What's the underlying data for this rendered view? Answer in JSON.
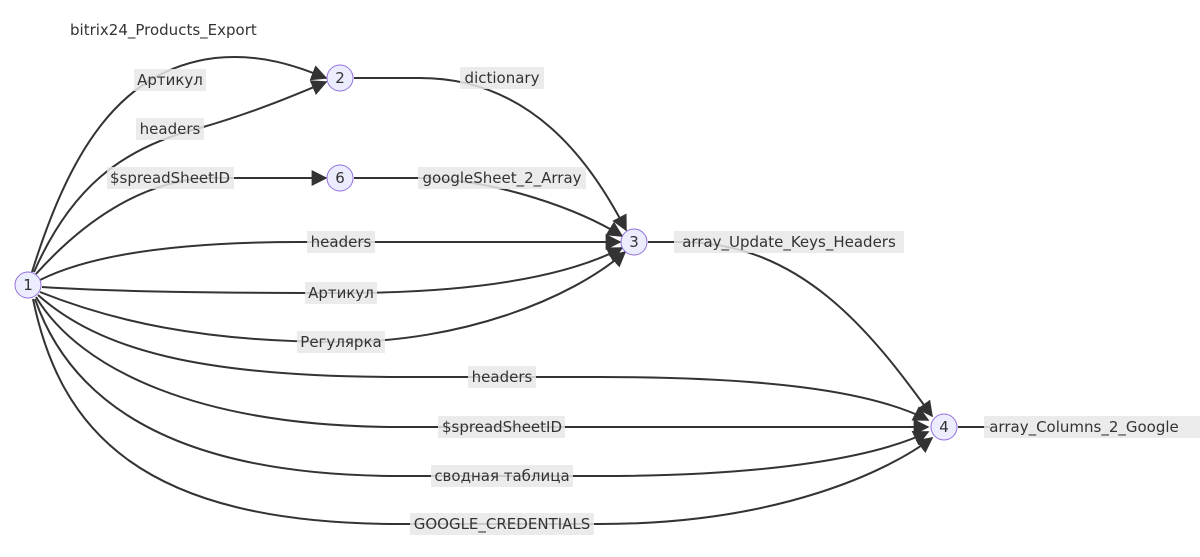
{
  "diagram": {
    "title": "bitrix24_Products_Export",
    "colors": {
      "edge": "#333333",
      "node_fill": "#ECECFF",
      "node_stroke": "#9370DB",
      "label_bg": "#e8e8e8",
      "text": "#333333"
    },
    "nodes": [
      {
        "id": "1",
        "label": "1"
      },
      {
        "id": "2",
        "label": "2"
      },
      {
        "id": "6",
        "label": "6"
      },
      {
        "id": "3",
        "label": "3"
      },
      {
        "id": "4",
        "label": "4"
      }
    ],
    "edges": [
      {
        "from": "1",
        "to": "2",
        "label": "Артикул"
      },
      {
        "from": "1",
        "to": "2",
        "label": "headers"
      },
      {
        "from": "1",
        "to": "6",
        "label": "$spreadSheetID"
      },
      {
        "from": "2",
        "to": "3",
        "label": "dictionary"
      },
      {
        "from": "6",
        "to": "3",
        "label": "googleSheet_2_Array"
      },
      {
        "from": "1",
        "to": "3",
        "label": "headers"
      },
      {
        "from": "1",
        "to": "3",
        "label": "Артикул"
      },
      {
        "from": "1",
        "to": "3",
        "label": "Регулярка"
      },
      {
        "from": "3",
        "to": "4",
        "label": "array_Update_Keys_Headers"
      },
      {
        "from": "1",
        "to": "4",
        "label": "headers"
      },
      {
        "from": "1",
        "to": "4",
        "label": "$spreadSheetID"
      },
      {
        "from": "1",
        "to": "4",
        "label": "сводная таблица"
      },
      {
        "from": "1",
        "to": "4",
        "label": "GOOGLE_CREDENTIALS"
      },
      {
        "from": "4",
        "to": null,
        "label": "array_Columns_2_Google"
      }
    ]
  }
}
